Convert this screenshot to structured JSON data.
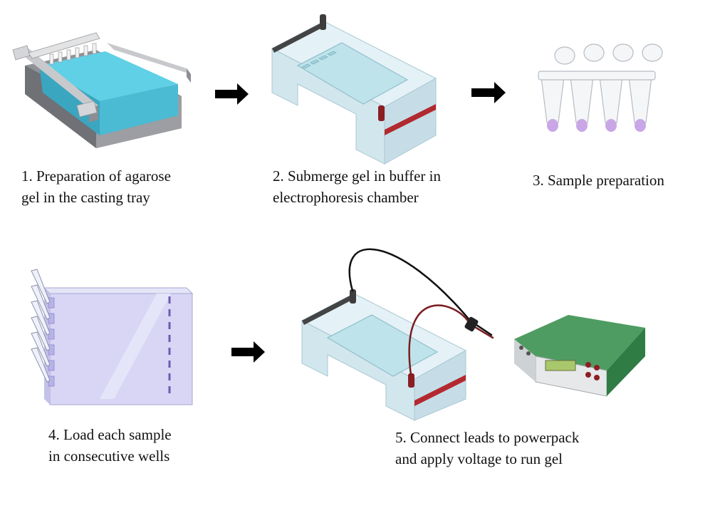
{
  "steps": [
    {
      "line1": "1. Preparation of agarose",
      "line2": "gel in the casting tray"
    },
    {
      "line1": "2. Submerge gel in buffer in",
      "line2": "electrophoresis chamber"
    },
    {
      "line1": "3. Sample preparation",
      "line2": ""
    },
    {
      "line1": "4. Load each sample",
      "line2": "in consecutive wells"
    },
    {
      "line1": "5. Connect leads to powerpack",
      "line2": "and apply voltage to run gel"
    }
  ],
  "colors": {
    "gel": "#5fd0e6",
    "tray": "#a7a9ad",
    "buffer": "#dcecf2",
    "anode": "#b2292e",
    "cathode": "#444444",
    "sample": "#c9a7e6",
    "loaded_gel": "#d8d6f4",
    "powerpack": "#3e9a55",
    "arrow": "#000000"
  },
  "icons": [
    "casting-tray-icon",
    "electrophoresis-chamber-icon",
    "sample-tubes-icon",
    "loaded-gel-icon",
    "powerpack-icon",
    "arrow-right-icon"
  ]
}
